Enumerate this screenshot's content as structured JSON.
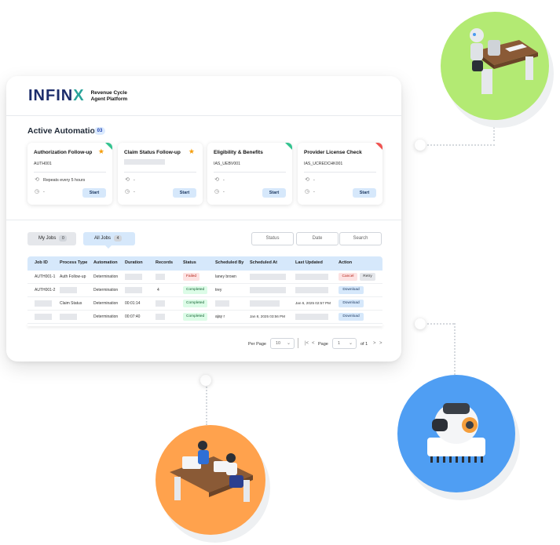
{
  "brand": {
    "logo_main": "INFIN",
    "logo_accent": "X",
    "subtitle_line1": "Revenue Cycle",
    "subtitle_line2": "Agent Platform"
  },
  "automation": {
    "title": "Active Automation",
    "count": "03",
    "cards": [
      {
        "title": "Authorization Follow-up",
        "id": "AUTH001",
        "schedule": "Repeats every 5 hours",
        "time": "-",
        "start": "Start",
        "corner_color": "#34c38f",
        "starred": true
      },
      {
        "title": "Claim Status Follow-up",
        "id": "",
        "schedule": "-",
        "time": "-",
        "start": "Start",
        "corner_color": "",
        "starred": true
      },
      {
        "title": "Eligibility & Benefits",
        "id": "IAS_UEBV001",
        "schedule": "-",
        "time": "-",
        "start": "Start",
        "corner_color": "#34c38f",
        "starred": false
      },
      {
        "title": "Provider License Check",
        "id": "IAS_UCREDCHK001",
        "schedule": "-",
        "time": "-",
        "start": "Start",
        "corner_color": "#ef5350",
        "starred": false
      }
    ]
  },
  "tabs": {
    "my_jobs": {
      "label": "My Jobs",
      "count": "0"
    },
    "all_jobs": {
      "label": "All Jobs",
      "count": "4"
    }
  },
  "filters": {
    "status": "Status",
    "date": "Date",
    "search": "Search"
  },
  "table": {
    "headers": [
      "Job ID",
      "Process Type",
      "Automation",
      "Duration",
      "Records",
      "Status",
      "Scheduled By",
      "Scheduled At",
      "Last Updated",
      "Action"
    ],
    "rows": [
      {
        "job_id": "AUTH001-1",
        "process": "Auth Follow-up",
        "automation": "Determination",
        "duration": "",
        "records": "",
        "status": "Failed",
        "scheduled_by": "laney brown",
        "scheduled_at": "",
        "last_updated": "",
        "actions": [
          "Cancel",
          "Retry"
        ]
      },
      {
        "job_id": "AUTH001-2",
        "process": "",
        "automation": "Determination",
        "duration": "",
        "records": "4",
        "status": "Completed",
        "scheduled_by": "trey",
        "scheduled_at": "",
        "last_updated": "",
        "actions": [
          "Download"
        ]
      },
      {
        "job_id": "",
        "process": "Claim Status",
        "automation": "Determination",
        "duration": "00:01:14",
        "records": "",
        "status": "Completed",
        "scheduled_by": "",
        "scheduled_at": "",
        "last_updated": "Jan 6, 2025 02:57 PM",
        "actions": [
          "Download"
        ]
      },
      {
        "job_id": "",
        "process": "",
        "automation": "Determination",
        "duration": "00:07:40",
        "records": "",
        "status": "Completed",
        "scheduled_by": "ajay r",
        "scheduled_at": "Jan 8, 2025 03:56 PM",
        "last_updated": "",
        "actions": [
          "Download"
        ]
      }
    ]
  },
  "pagination": {
    "per_page_label": "Per Page",
    "per_page_value": "10",
    "page_label": "Page",
    "page_value": "1",
    "of_label": "of 1"
  },
  "icons": {
    "star": "star-icon",
    "repeat": "repeat-icon",
    "clock": "clock-icon",
    "chevron": "chevron-down-icon"
  },
  "colors": {
    "brand_navy": "#1d2d6b",
    "brand_teal": "#2aa39a",
    "accent_blue": "#d6e8fb",
    "green_bubble": "#b3ea73",
    "blue_bubble": "#4f9ef3",
    "orange_bubble": "#ffa24d"
  }
}
